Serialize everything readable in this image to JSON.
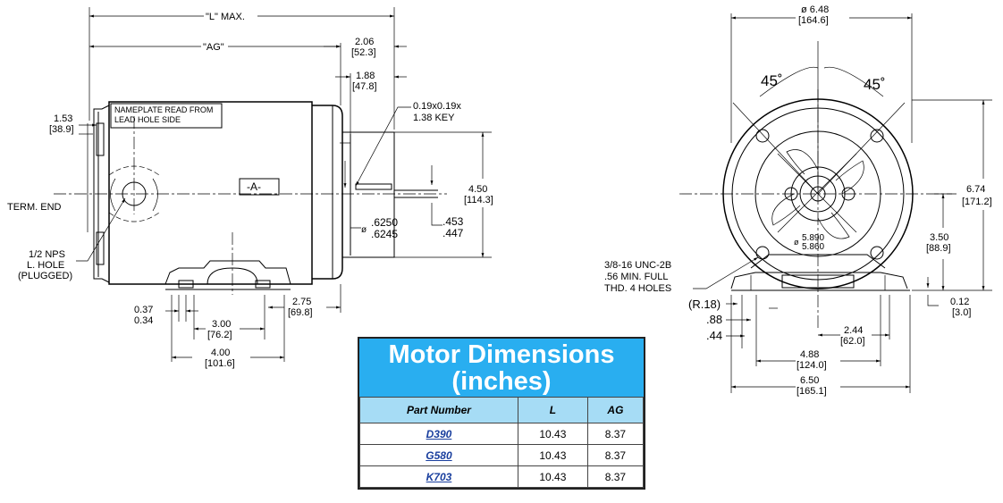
{
  "side_view": {
    "L_max": "\"L\" MAX.",
    "AG": "\"AG\"",
    "shaft_ext": "2.06",
    "shaft_ext_mm": "[52.3]",
    "key_len_pos": "1.88",
    "key_len_pos_mm": "[47.8]",
    "key": "0.19x0.19x",
    "key2": "1.38 KEY",
    "end_height": "1.53",
    "end_height_mm": "[38.9]",
    "nameplate1": "NAMEPLATE READ FROM",
    "nameplate2": "LEAD HOLE SIDE",
    "datum": "-A-",
    "term_end": "TERM. END",
    "nps1": "1/2 NPS",
    "nps2": "L. HOLE",
    "nps3": "(PLUGGED)",
    "shaft_dia1": ".6250",
    "shaft_dia2": ".6245",
    "flat1": ".453",
    "flat2": ".447",
    "height": "4.50",
    "height_mm": "[114.3]",
    "slot1": "0.37",
    "slot2": "0.34",
    "foot_a": "3.00",
    "foot_a_mm": "[76.2]",
    "foot_b": "4.00",
    "foot_b_mm": "[101.6]",
    "shaft_to_foot": "2.75",
    "shaft_to_foot_mm": "[69.8]"
  },
  "end_view": {
    "dia": "ø 6.48",
    "dia_mm": "[164.6]",
    "angle_l": "45˚",
    "angle_r": "45˚",
    "total_h": "6.74",
    "total_h_mm": "[171.2]",
    "shaft_h": "3.50",
    "shaft_h_mm": "[88.9]",
    "base_t": "0.12",
    "base_t_mm": "[3.0]",
    "bolt1": "3/8-16 UNC-2B",
    "bolt2": ".56 MIN. FULL",
    "bolt3": "THD. 4 HOLES",
    "pilot1": "5.890",
    "pilot2": "5.860",
    "radius": "(R.18)",
    "d88": ".88",
    "d44": ".44",
    "half_w": "2.44",
    "half_w_mm": "[62.0]",
    "bolt_span": "4.88",
    "bolt_span_mm": "[124.0]",
    "base_w": "6.50",
    "base_w_mm": "[165.1]"
  },
  "table": {
    "title": "Motor Dimensions (inches)",
    "headers": [
      "Part Number",
      "L",
      "AG"
    ],
    "rows": [
      [
        "D390",
        "10.43",
        "8.37"
      ],
      [
        "G580",
        "10.43",
        "8.37"
      ],
      [
        "K703",
        "10.43",
        "8.37"
      ]
    ],
    "header_color": "#29aef0",
    "subheader_color": "#a6dcf5"
  }
}
